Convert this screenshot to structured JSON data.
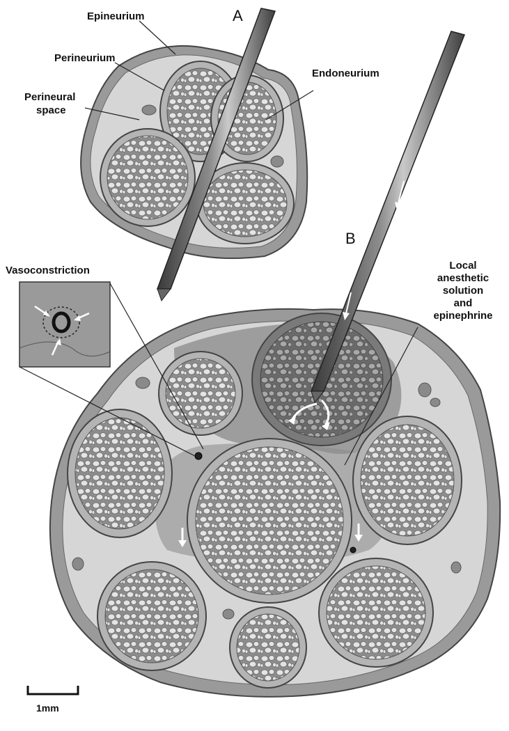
{
  "labels": {
    "epineurium": "Epineurium",
    "perineurium": "Perineurium",
    "perineural_space_1": "Perineural",
    "perineural_space_2": "space",
    "endoneurium": "Endoneurium",
    "vasoconstriction": "Vasoconstriction",
    "local_1": "Local",
    "local_2": "anesthetic",
    "local_3": "solution",
    "local_4": "and",
    "local_5": "epinephrine"
  },
  "panels": {
    "a": "A",
    "b": "B"
  },
  "scale_bar": {
    "label": "1mm"
  },
  "colors": {
    "epineurium": "#9a9a9a",
    "perineural_space": "#d6d6d6",
    "fascicle": "#b4b4b4",
    "cell": "#e2e2e2",
    "needle": "#555555",
    "injectate": "#8a8a8a"
  }
}
